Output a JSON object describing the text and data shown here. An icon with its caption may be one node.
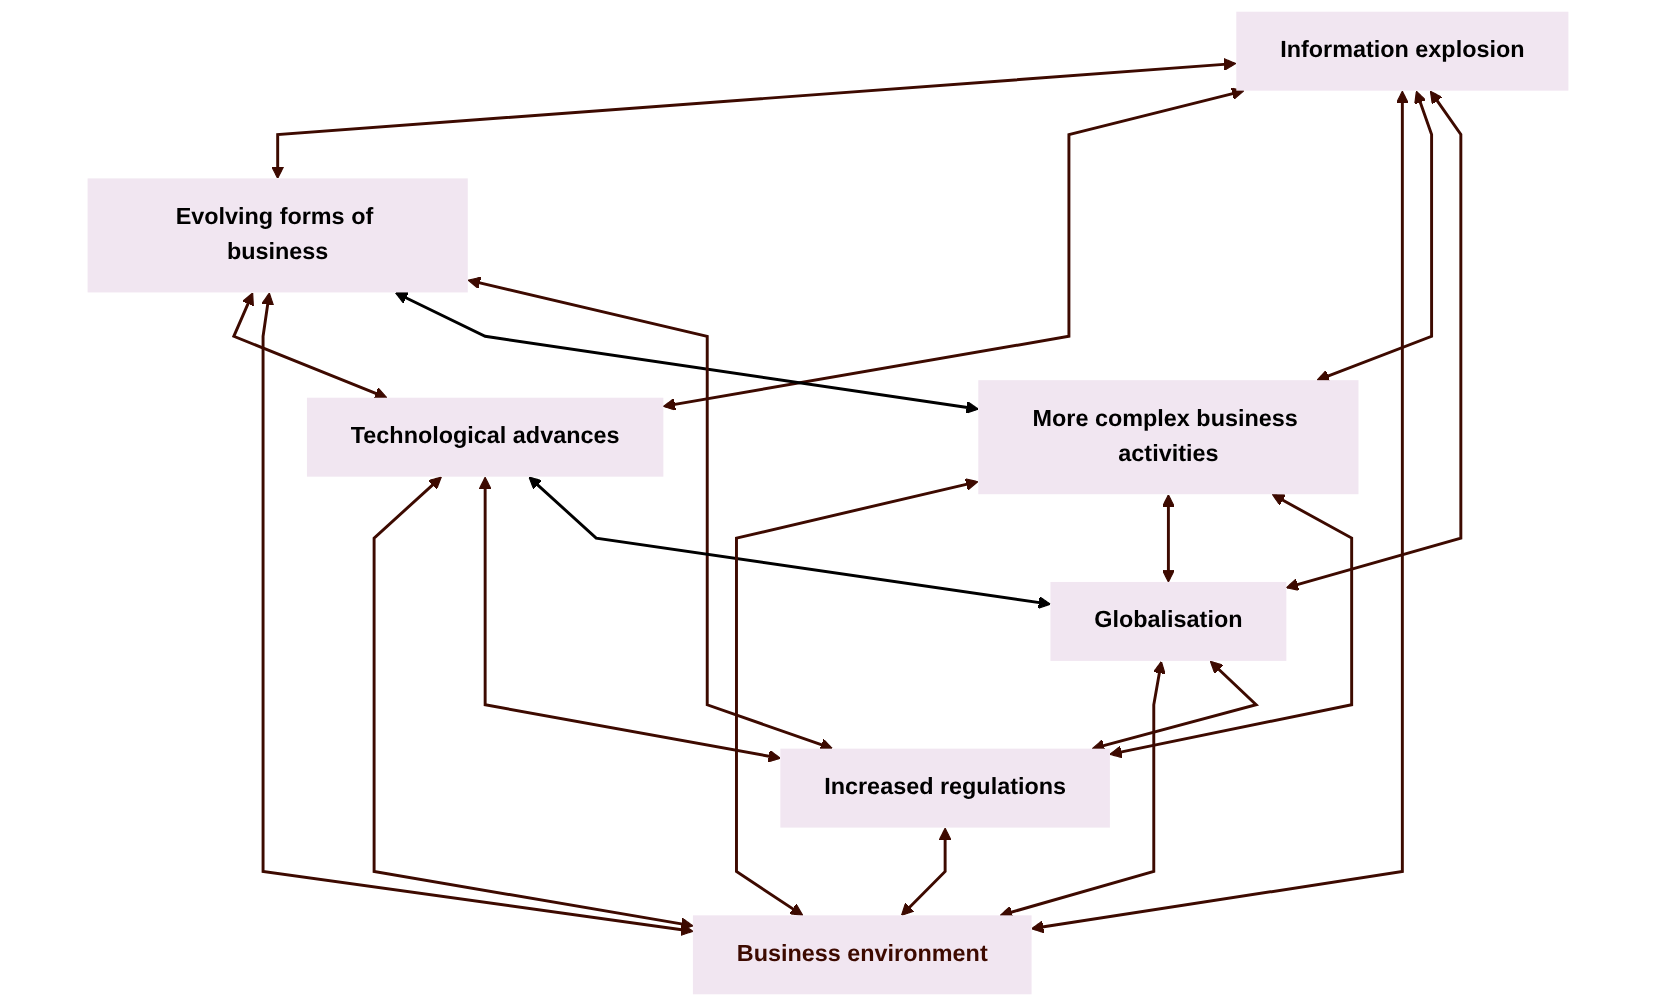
{
  "diagram": {
    "nodes": [
      {
        "text": [
          "Information explosion"
        ]
      },
      {
        "text": [
          "Evolving forms of business"
        ]
      },
      {
        "text": [
          "Technological advances"
        ]
      },
      {
        "text": [
          "Business environment"
        ]
      },
      {
        "text": [
          "More complex business activities"
        ]
      },
      {
        "text": [
          "Globalisation"
        ]
      },
      {
        "text": [
          "Increased regulations"
        ]
      }
    ],
    "edges": [
      {
        "from": 0,
        "to": 1,
        "arrow": "both"
      },
      {
        "from": 0,
        "to": 2,
        "arrow": "both"
      },
      {
        "from": 0,
        "to": 3,
        "arrow": "both"
      },
      {
        "from": 0,
        "to": 4,
        "arrow": "both"
      },
      {
        "from": 0,
        "to": 5,
        "arrow": "both"
      },
      {
        "from": 1,
        "to": 2,
        "arrow": "both"
      },
      {
        "from": 1,
        "to": 3,
        "arrow": "both"
      },
      {
        "from": 1,
        "to": 4,
        "arrow": "both",
        "color": "#000000"
      },
      {
        "from": 1,
        "to": 6,
        "arrow": "both"
      },
      {
        "from": 2,
        "to": 3,
        "arrow": "both"
      },
      {
        "from": 2,
        "to": 6,
        "arrow": "both"
      },
      {
        "from": 2,
        "to": 5,
        "arrow": "both",
        "color": "#000000"
      },
      {
        "from": 4,
        "to": 3,
        "arrow": "both"
      },
      {
        "from": 4,
        "to": 5,
        "arrow": "both"
      },
      {
        "from": 4,
        "to": 6,
        "arrow": "both"
      },
      {
        "from": 5,
        "to": 3,
        "arrow": "both"
      },
      {
        "from": 5,
        "to": 6,
        "arrow": "both"
      },
      {
        "from": 6,
        "to": 3,
        "arrow": "both"
      }
    ]
  }
}
